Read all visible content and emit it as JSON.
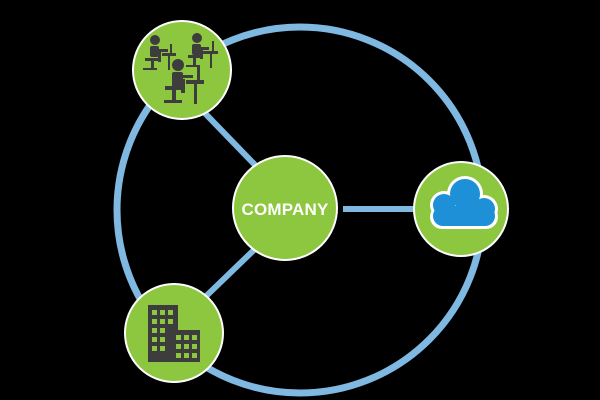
{
  "diagram": {
    "center": {
      "label": "COMPANY"
    },
    "nodes": [
      {
        "name": "workers",
        "icon": "office-workers-icon"
      },
      {
        "name": "cloud",
        "icon": "cloud-icon"
      },
      {
        "name": "buildings",
        "icon": "office-building-icon"
      }
    ]
  },
  "colors": {
    "background": "#000000",
    "node_fill": "#8dc63f",
    "node_stroke": "#ffffff",
    "ring": "#7fb8e0",
    "connector": "#7fb8e0",
    "center_text": "#ffffff",
    "icon_dark": "#3d3d3d",
    "cloud_fill": "#1e90d8"
  }
}
